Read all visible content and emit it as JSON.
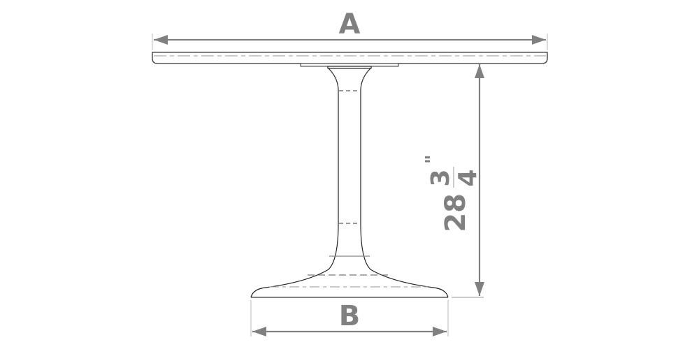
{
  "diagram": {
    "type": "technical-dimension-drawing",
    "subject": "pedestal-table-side-view",
    "colors": {
      "outline": "#222222",
      "dimension": "#808080",
      "hidden_line": "#555555",
      "centerline": "#aaaaaa",
      "background": "#ffffff"
    },
    "dimensions": {
      "width_top": {
        "label": "A"
      },
      "width_base": {
        "label": "B"
      },
      "height": {
        "whole": "28",
        "numerator": "3",
        "denominator": "4",
        "unit": "\""
      }
    }
  }
}
